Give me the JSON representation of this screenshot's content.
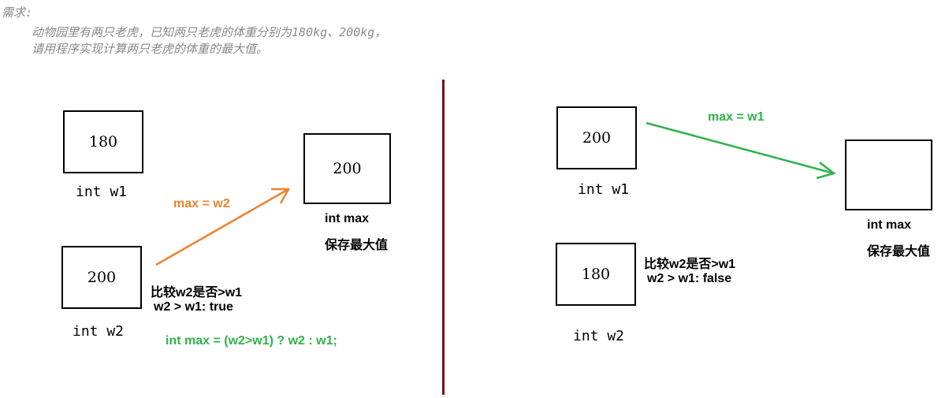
{
  "requirement": {
    "label": "需求:",
    "line1": "动物园里有两只老虎，已知两只老虎的体重分别为180kg、200kg，",
    "line2": "请用程序实现计算两只老虎的体重的最大值。"
  },
  "left": {
    "w1_value": "180",
    "w1_label": "int w1",
    "w2_value": "200",
    "w2_label": "int w2",
    "max_value": "200",
    "max_label": "int max",
    "max_desc": "保存最大值",
    "arrow_label": "max = w2",
    "compare_line1": "比较w2是否>w1",
    "compare_line2": "w2 > w1: true",
    "code": "int max = (w2>w1) ? w2 : w1;",
    "colors": {
      "arrow": "#f0812d",
      "code": "#2fb24a"
    }
  },
  "right": {
    "w1_value": "200",
    "w1_label": "int w1",
    "w2_value": "180",
    "w2_label": "int w2",
    "max_value": "",
    "max_label": "int max",
    "max_desc": "保存最大值",
    "arrow_label": "max = w1",
    "compare_line1": "比较w2是否>w1",
    "compare_line2": "w2 > w1: false",
    "colors": {
      "arrow": "#2fb24a"
    }
  },
  "divider_color": "#7a1020"
}
